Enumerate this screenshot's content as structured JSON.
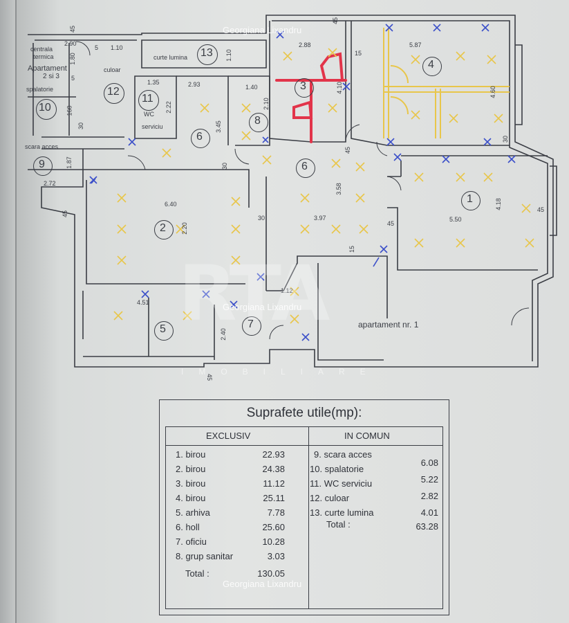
{
  "plan": {
    "watermark": "Georgiana Lixandru",
    "brand_letters": "RTA",
    "brand_sub": "IMOBILIARE",
    "apartment_label": "apartament  nr. 1",
    "left_labels": {
      "centrala": "centrala",
      "termica": "termica",
      "apartament": "Apartament",
      "apt_nums": "2 si 3",
      "spalatorie": "spalatorie",
      "scara": "scara  acces",
      "culoar": "culoar",
      "wc": "WC",
      "serviciu": "serviciu",
      "curte": "curte lumina"
    },
    "rooms": [
      "1",
      "2",
      "3",
      "4",
      "5",
      "6",
      "6",
      "7",
      "8",
      "9",
      "10",
      "11",
      "12",
      "13"
    ],
    "dims": [
      "45",
      "2.90",
      "5",
      "1.10",
      "1.80",
      "5",
      "2.88",
      "15",
      "5.87",
      "45",
      "1.10",
      "1.35",
      "2.93",
      "1.40",
      "2.22",
      "2.10",
      "4.10",
      "4.60",
      "30",
      "160",
      "30",
      "3.45",
      "1.87",
      "2.72",
      "45",
      "6.40",
      "30",
      "3.97",
      "3.58",
      "45",
      "5.50",
      "4.18",
      "45",
      "2.20",
      "15",
      "4.51",
      "1.12",
      "2.40",
      "30",
      "45",
      "45"
    ]
  },
  "table": {
    "title": "Suprafete  utile(mp):",
    "col_exclusive": "EXCLUSIV",
    "col_common": "IN COMUN",
    "exclusive_rows": [
      {
        "label": "1. birou",
        "value": "22.93"
      },
      {
        "label": "2. birou",
        "value": "24.38"
      },
      {
        "label": "3. birou",
        "value": "11.12"
      },
      {
        "label": "4. birou",
        "value": "25.11"
      },
      {
        "label": "5. arhiva",
        "value": "7.78"
      },
      {
        "label": "6. holl",
        "value": "25.60"
      },
      {
        "label": "7. oficiu",
        "value": "10.28"
      },
      {
        "label": "8. grup sanitar",
        "value": "3.03"
      }
    ],
    "exclusive_total_label": "Total :",
    "exclusive_total_value": "130.05",
    "common_rows": [
      {
        "label": "9. scara  acces",
        "value": ""
      },
      {
        "label": "10. spalatorie",
        "value": "6.08"
      },
      {
        "label": "11. WC serviciu",
        "value": "5.22"
      },
      {
        "label": "12. culoar",
        "value": "2.82"
      },
      {
        "label": "13. curte lumina",
        "value": "4.01"
      }
    ],
    "common_total_label": "Total :",
    "common_total_value": "63.28"
  },
  "colors": {
    "paper": "#e0e2e1",
    "ink": "#3a3d44",
    "yellow": "#e8c64a",
    "blue": "#3b4fc9",
    "red": "#e2344a"
  }
}
